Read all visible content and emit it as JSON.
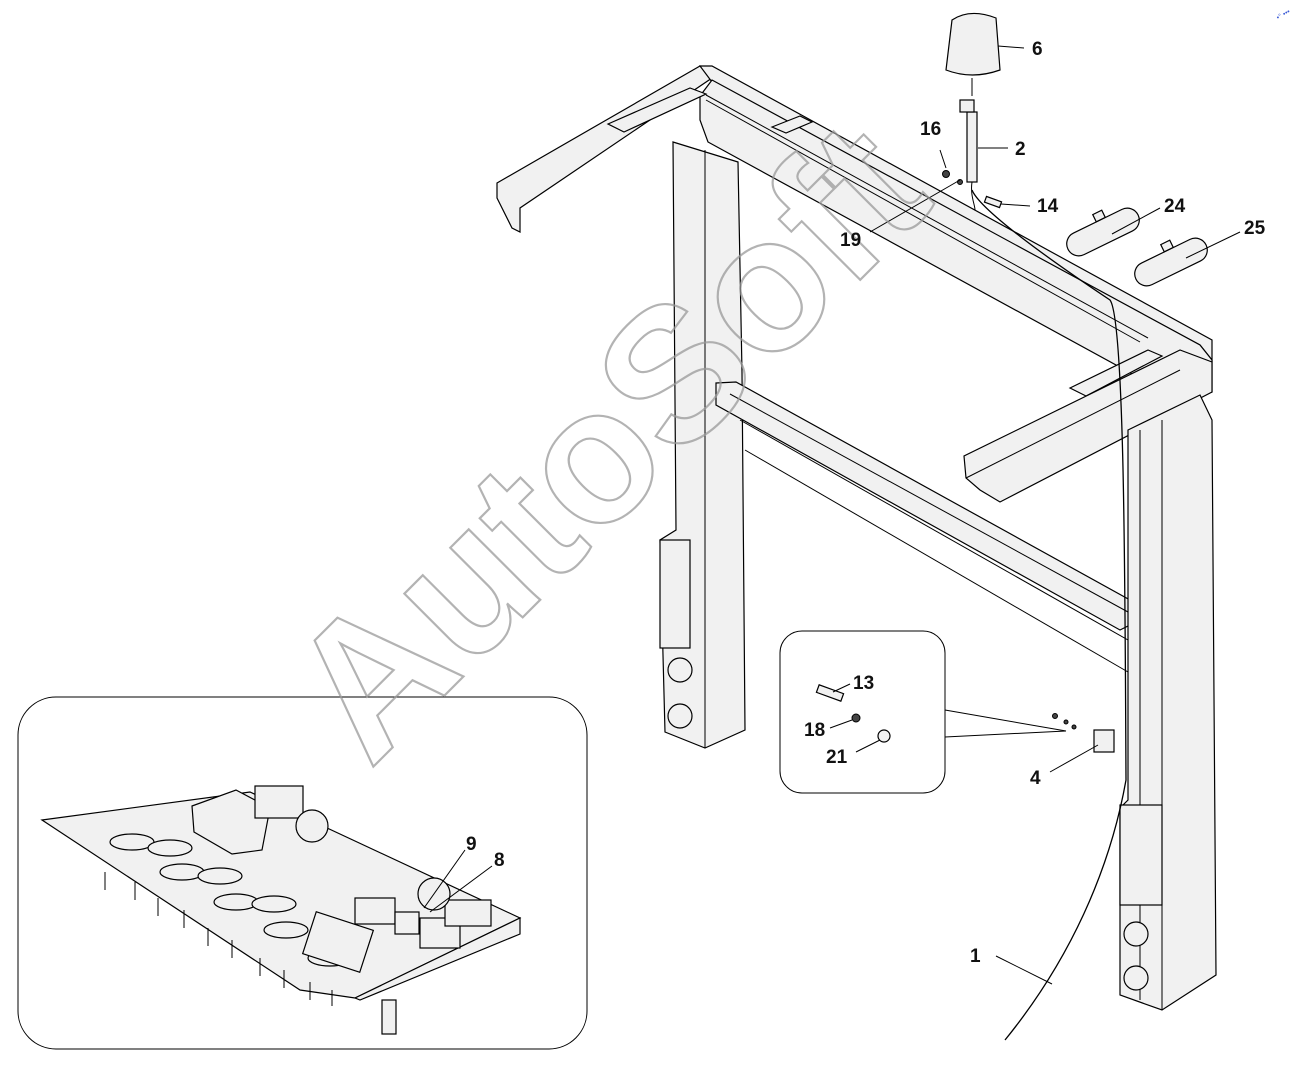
{
  "watermark": "AutoSoft",
  "corner_mark": "•° •••",
  "callouts": {
    "c6": "6",
    "c2": "2",
    "c16": "16",
    "c14": "14",
    "c19": "19",
    "c24": "24",
    "c25": "25",
    "c13": "13",
    "c18": "18",
    "c21": "21",
    "c4": "4",
    "c9": "9",
    "c8": "8",
    "c1": "1"
  }
}
